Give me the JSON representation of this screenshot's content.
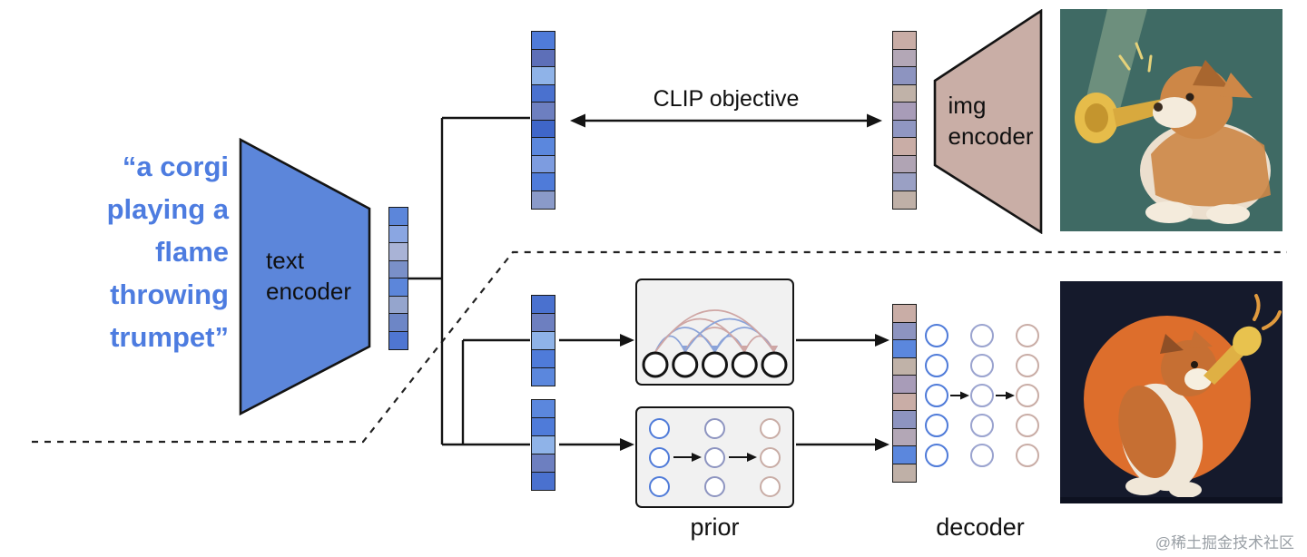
{
  "prompt": {
    "text": "“a corgi\nplaying a\nflame\nthrowing\ntrumpet”"
  },
  "encoders": {
    "text_encoder_label": "text\nencoder",
    "img_encoder_label": "img\nencoder"
  },
  "clip": {
    "objective_label": "CLIP objective"
  },
  "sections": {
    "prior_label": "prior",
    "decoder_label": "decoder"
  },
  "watermark": "@稀土掘金技术社区",
  "colors": {
    "prompt_blue": "#4d7ce0",
    "text_encoder_fill": "#5c86da",
    "img_encoder_fill": "#c9aea6",
    "prior_box_fill": "#f1f1f1",
    "arc_blue": "#8ba3d9",
    "arc_pink": "#cfa6a4"
  },
  "embeddings": {
    "text_small": [
      "#5c86da",
      "#8aa6e2",
      "#a9b3d6",
      "#7a90c8",
      "#5c86da",
      "#95a5cd",
      "#6d86c6",
      "#4f76d2"
    ],
    "clip_text": [
      "#4f7bd9",
      "#5d6fb8",
      "#8fb3e8",
      "#4a71cf",
      "#6d7fc0",
      "#3f66c9",
      "#5b87dd",
      "#7d9ce0",
      "#4f7bd9",
      "#8a9ac9"
    ],
    "clip_img": [
      "#c9ada6",
      "#b3a7b6",
      "#8d94c0",
      "#c0b2a8",
      "#a89cb8",
      "#9097c2",
      "#c9ada6",
      "#b0a4b4",
      "#9aa0c4",
      "#bfb0a7"
    ],
    "prior_input_1": [
      "#4a71cf",
      "#6d7fc0",
      "#8fb3e8",
      "#4f7bd9",
      "#5b87dd"
    ],
    "prior_input_2": [
      "#5b87dd",
      "#4f7bd9",
      "#8fb3e8",
      "#6d7fc0",
      "#4a71cf"
    ],
    "image_embedding": [
      "#c9ada6",
      "#8d94c0",
      "#5b87dd",
      "#c0b2a8",
      "#a89cb8",
      "#c9ada6",
      "#8d94c0",
      "#b3a7b6",
      "#5b87dd",
      "#bfb0a7"
    ]
  },
  "prior": {
    "autoregressive_circles": 5,
    "diffusion_columns": [
      {
        "color": "#4f7bd9",
        "count": 3
      },
      {
        "color": "#8d94c0",
        "count": 3
      },
      {
        "color": "#c9ada6",
        "count": 3
      }
    ]
  },
  "decoder": {
    "columns": [
      {
        "color": "#4f7bd9",
        "count": 5
      },
      {
        "color": "#9aa3cf",
        "count": 5
      },
      {
        "color": "#c9ada6",
        "count": 5
      }
    ]
  }
}
